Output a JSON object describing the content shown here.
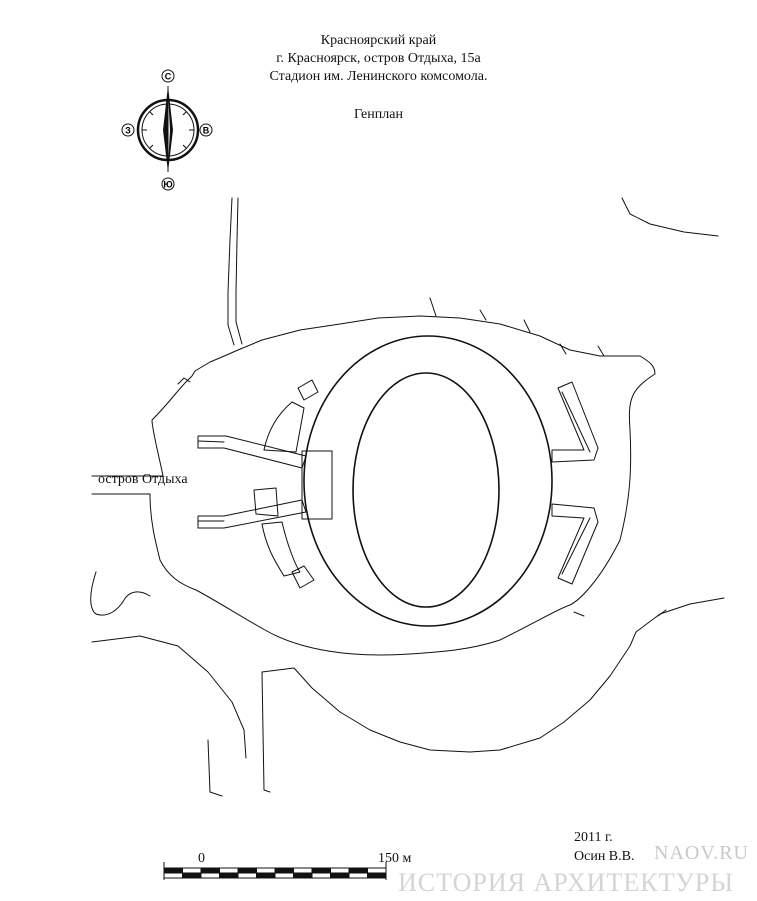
{
  "header": {
    "region": "Красноярский край",
    "address": "г. Красноярск, остров Отдыха, 15а",
    "object": "Стадион им. Ленинского комсомола.",
    "sheet": "Генплан"
  },
  "compass": {
    "north": "С",
    "south": "Ю",
    "west": "З",
    "east": "В"
  },
  "labels": {
    "island": "остров Отдыха"
  },
  "scale": {
    "start": "0",
    "end": "150 м"
  },
  "credits": {
    "year": "2011 г.",
    "author": "Осин В.В."
  },
  "watermark": {
    "site": "NAOV.RU",
    "title": "ИСТОРИЯ АРХИТЕКТУРЫ"
  },
  "colors": {
    "ink": "#111111",
    "paper": "#ffffff",
    "watermark": "#cccccc"
  }
}
